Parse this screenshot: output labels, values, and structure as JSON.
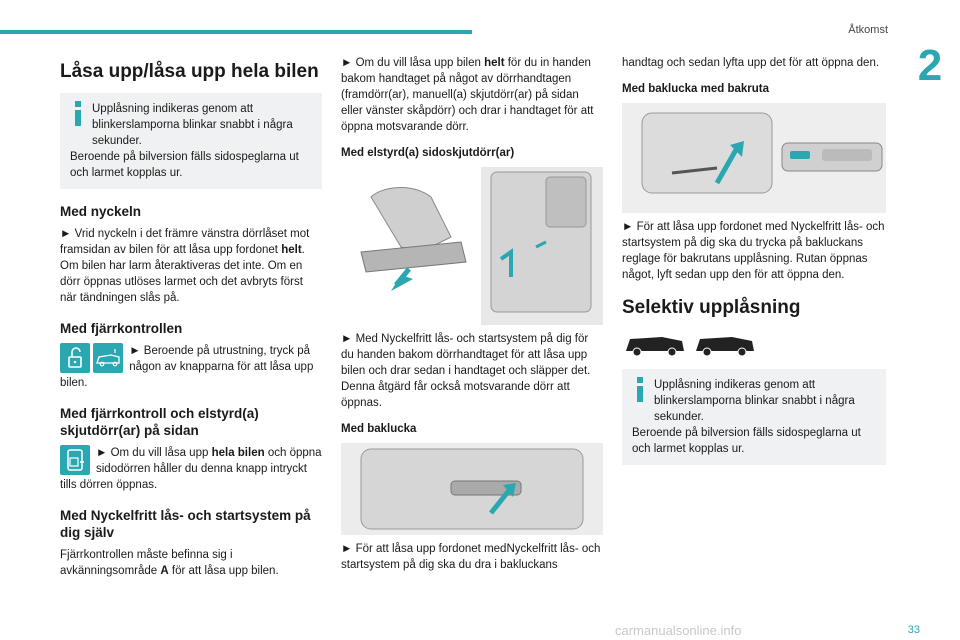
{
  "header": {
    "section": "Åtkomst",
    "chapter": "2",
    "page": "33"
  },
  "watermark": "carmanualsonline.info",
  "col1": {
    "title": "Låsa upp/låsa upp hela bilen",
    "note_line1": "Upplåsning indikeras genom att blinkerslamporna blinkar snabbt i några sekunder.",
    "note_line2": "Beroende på bilversion fälls sidospeglarna ut och larmet kopplas ur.",
    "h_key": "Med nyckeln",
    "key_text": "► Vrid nyckeln i det främre vänstra dörrlåset mot framsidan av bilen för att låsa upp fordonet",
    "key_bold": "helt",
    "key_text2": "Om bilen har larm återaktiveras det inte. Om en dörr öppnas utlöses larmet och det avbryts först när tändningen slås på.",
    "h_remote": "Med fjärrkontrollen",
    "remote_text": "► Beroende på utrustning, tryck på någon av knapparna för att låsa upp bilen.",
    "h_remote_sliding": "Med fjärrkontroll och elstyrd(a) skjutdörr(ar) på sidan",
    "sliding_pre": "► Om du vill låsa upp",
    "sliding_bold": "hela bilen",
    "sliding_post": "och öppna sidodörren håller du denna knapp intryckt tills dörren öppnas.",
    "h_keyless": "Med Nyckelfritt lås- och startsystem på dig själv",
    "keyless_pre": "Fjärrkontrollen måste befinna sig i avkänningsområde",
    "keyless_bold": "A",
    "keyless_post": "för att låsa upp bilen."
  },
  "col2": {
    "p1_pre": "► Om du vill låsa upp bilen",
    "p1_bold": "helt",
    "p1_post": "för du in handen bakom handtaget på något av dörrhandtagen (framdörr(ar), manuell(a) skjutdörr(ar) på sidan eller vänster skåpdörr) och drar i handtaget för att öppna motsvarande dörr.",
    "h_elsliding": "Med elstyrd(a) sidoskjutdörr(ar)",
    "p2": "► Med Nyckelfritt lås- och startsystem på dig för du handen bakom dörrhandtaget för att låsa upp bilen och drar sedan i handtaget och släpper det. Denna åtgärd får också motsvarande dörr att öppnas.",
    "h_tailgate": "Med baklucka",
    "p3": "► För att låsa upp fordonet medNyckelfritt lås- och startsystem  på dig ska du dra i bakluckans"
  },
  "col3": {
    "p1": "handtag och sedan lyfta upp det för att öppna den.",
    "h_rearwindow": "Med baklucka med bakruta",
    "p2": "► För att låsa upp fordonet med Nyckelfritt lås- och startsystem på dig ska du trycka på bakluckans reglage för bakrutans upplåsning. Rutan öppnas något, lyft sedan upp den för att öppna den.",
    "title": "Selektiv upplåsning",
    "note_line1": "Upplåsning indikeras genom att blinkerslamporna blinkar snabbt i några sekunder.",
    "note_line2": "Beroende på bilversion fälls sidospeglarna ut och larmet kopplas ur."
  },
  "colors": {
    "accent": "#2aa7b1",
    "note_bg": "#f0f1f2"
  }
}
